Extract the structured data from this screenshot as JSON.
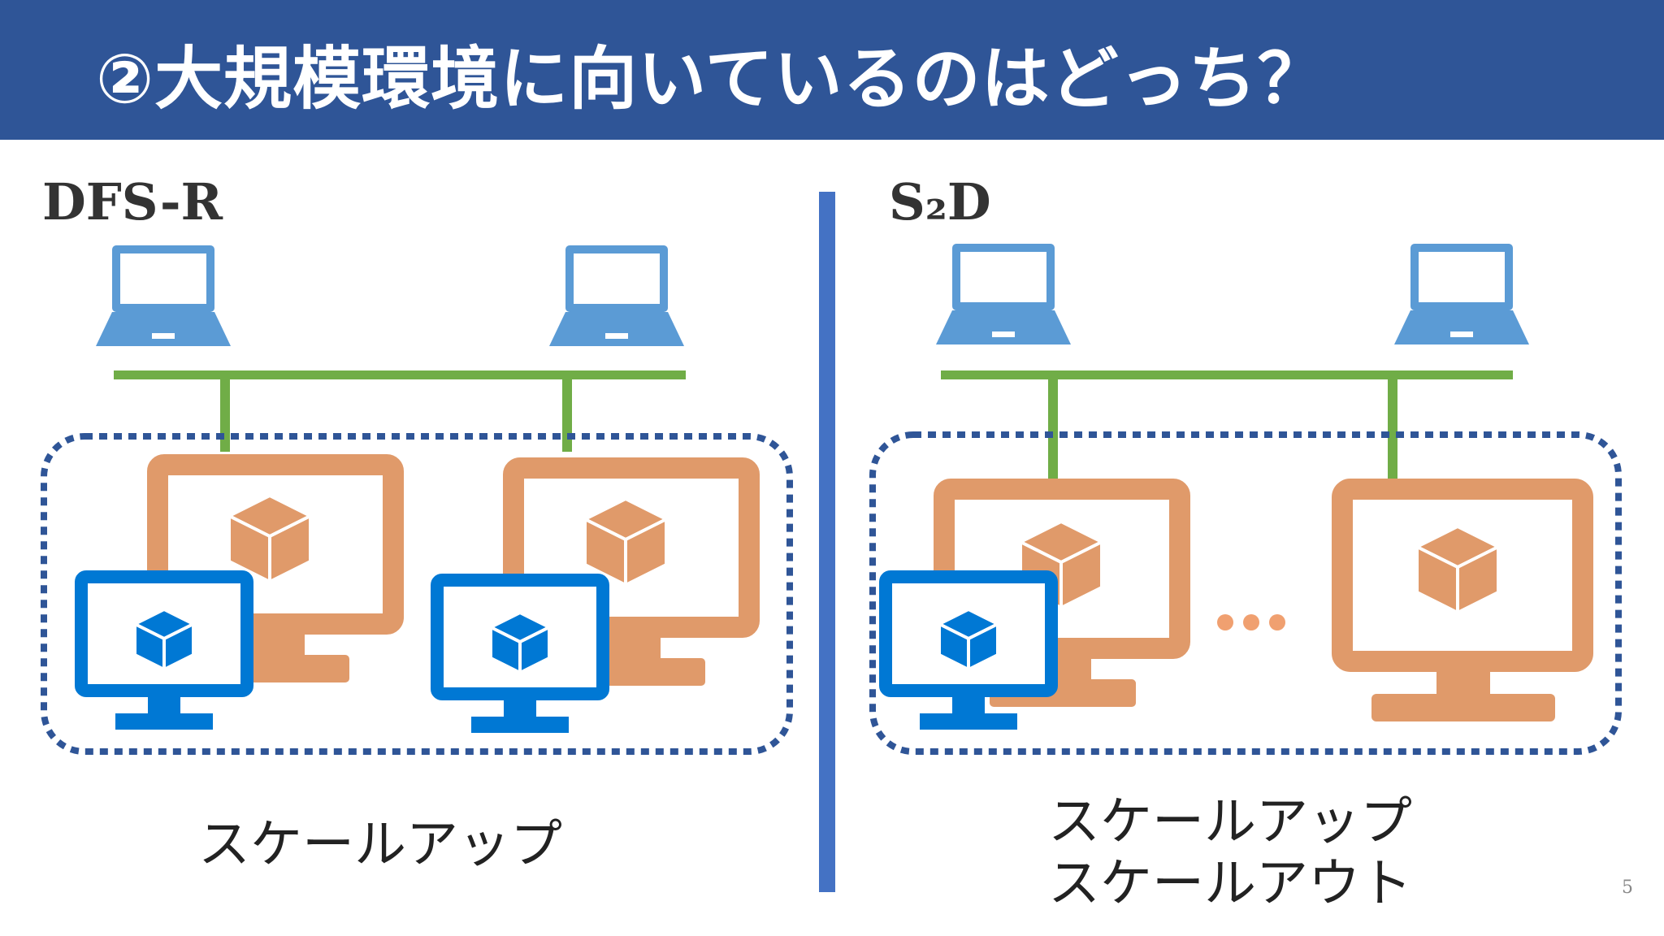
{
  "slide": {
    "title": "②大規模環境に向いているのはどっち？",
    "page_number": "5"
  },
  "left": {
    "label": "DFS-R",
    "caption": "スケールアップ"
  },
  "right": {
    "label": "S₂D",
    "caption_line1": "スケールアップ",
    "caption_line2": "スケールアウト"
  },
  "colors": {
    "header": "#2f5597",
    "divider": "#4472c4",
    "laptop": "#5b9bd5",
    "network": "#70ad47",
    "host": "#e09a6a",
    "vm_monitor": "#0078d4",
    "cluster_border": "#2f5597"
  },
  "icons": [
    "laptop-icon",
    "network-bus",
    "host-server-icon",
    "vm-monitor-icon",
    "cube-icon",
    "ellipsis-icon"
  ]
}
